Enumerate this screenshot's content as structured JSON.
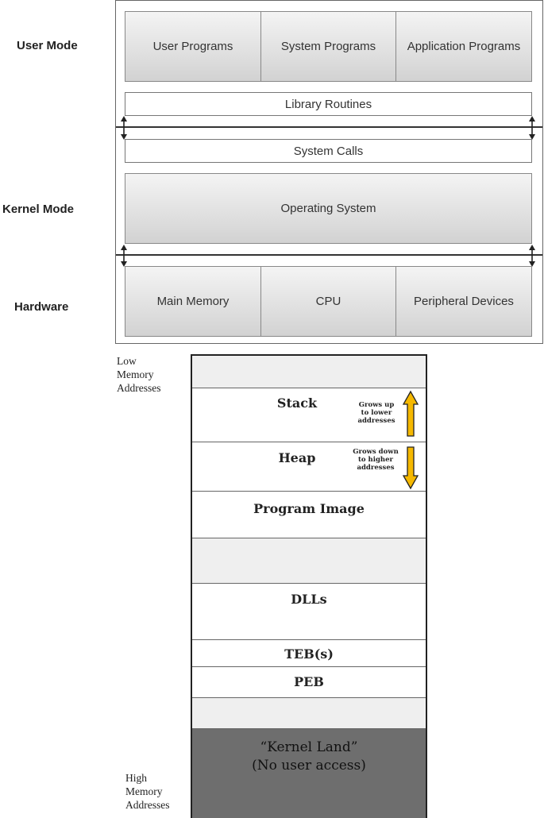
{
  "top_diagram": {
    "modes": [
      "User Mode",
      "Kernel Mode",
      "Hardware"
    ],
    "programs": [
      "User Programs",
      "System Programs",
      "Application Programs"
    ],
    "library_routines": "Library Routines",
    "system_calls": "System Calls",
    "operating_system": "Operating System",
    "hardware_units": [
      "Main Memory",
      "CPU",
      "Peripheral Devices"
    ]
  },
  "memory_diagram": {
    "low_address_label": "Low\nMemory\nAddresses",
    "high_address_label": "High\nMemory\nAddresses",
    "stack": "Stack",
    "stack_note": "Grows up\nto lower\naddresses",
    "heap": "Heap",
    "heap_note": "Grows down\nto higher\naddresses",
    "program_image": "Program Image",
    "dlls": "DLLs",
    "teb": "TEB(s)",
    "peb": "PEB",
    "kernel_land": "“Kernel Land”\n(No user access)",
    "colors": {
      "empty_segment": "#efefef",
      "kernel_segment": "#6e6e6e",
      "arrow_fill": "#f5b800"
    }
  }
}
